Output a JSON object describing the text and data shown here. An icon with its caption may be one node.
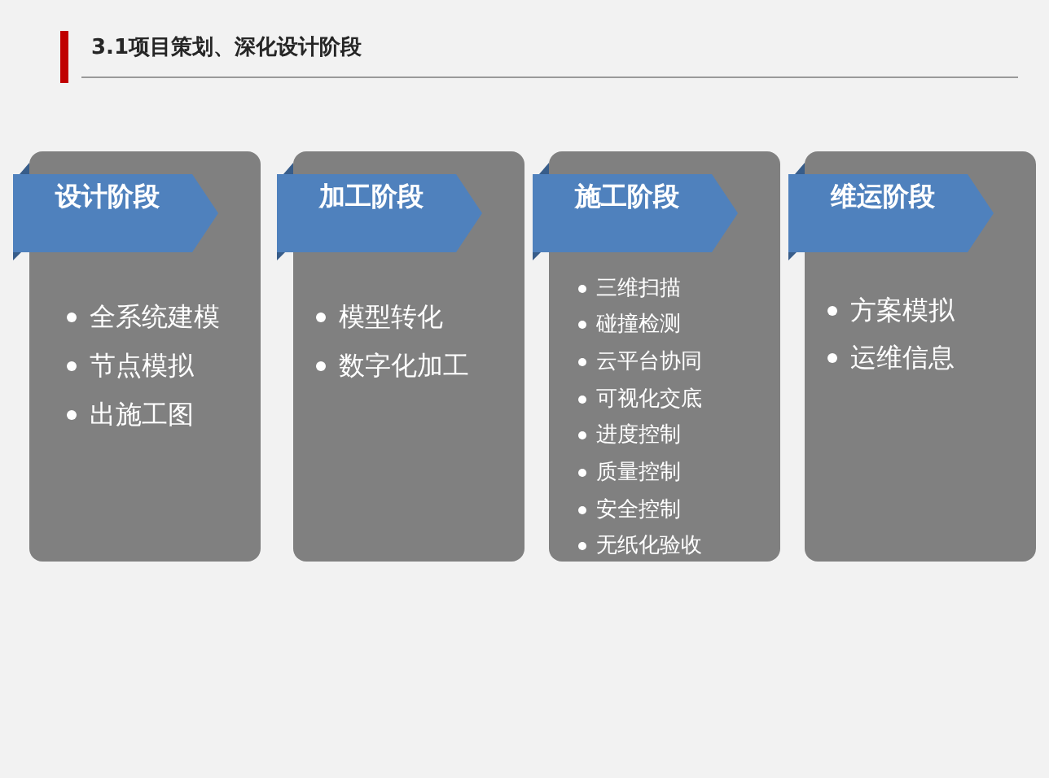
{
  "diagram": {
    "title": "3.1项目策划、深化设计阶段",
    "nodes": [
      {
        "text": [
          "全系统建模",
          "节点模拟",
          "出施工图"
        ]
      },
      {
        "text": [
          "设计阶段"
        ],
        "in": 0
      },
      {
        "text": [
          "模型转化",
          "数字化加工"
        ]
      },
      {
        "text": [
          "加工阶段"
        ],
        "in": 2
      },
      {
        "text": [
          "三维扫描",
          "碰撞检测",
          "云平台协同",
          "可视化交底",
          "进度控制",
          "质量控制",
          "安全控制",
          "无纸化验收"
        ]
      },
      {
        "text": [
          "施工阶段"
        ],
        "in": 4
      },
      {
        "text": [
          "方案模拟",
          "运维信息"
        ]
      },
      {
        "text": [
          "维运阶段"
        ],
        "in": 6
      }
    ]
  }
}
